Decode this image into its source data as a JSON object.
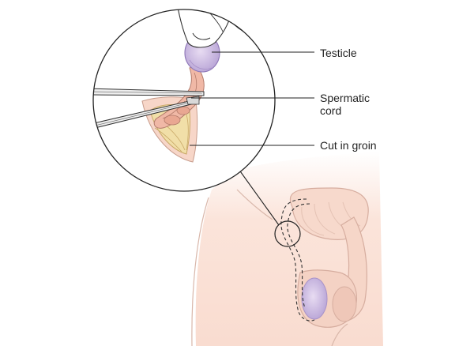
{
  "labels": {
    "testicle": "Testicle",
    "spermatic_cord_line1": "Spermatic",
    "spermatic_cord_line2": "cord",
    "cut_in_groin": "Cut in groin"
  }
}
